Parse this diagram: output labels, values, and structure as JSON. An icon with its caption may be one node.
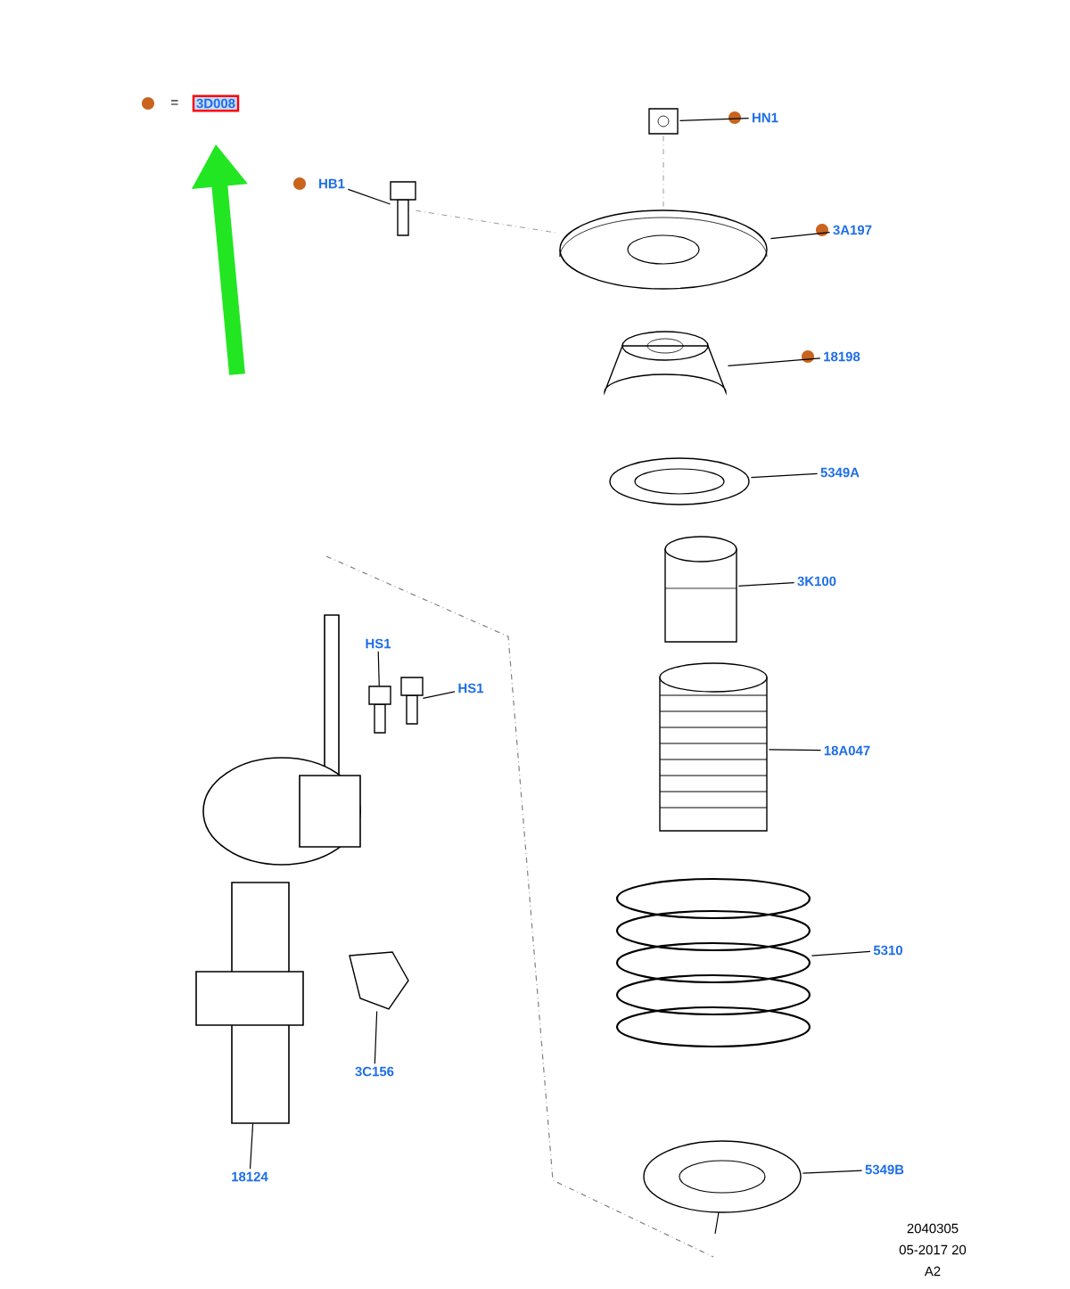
{
  "diagram": {
    "nodes": [
      {
        "text": [
          "3D008"
        ],
        "beside": [
          "="
        ]
      },
      {
        "text": [
          "HB1"
        ]
      },
      {
        "text": [
          "HN1"
        ]
      },
      {
        "text": [
          "3A197"
        ]
      },
      {
        "text": [
          "18198"
        ]
      },
      {
        "text": [
          "5349A"
        ]
      },
      {
        "text": [
          "3K100"
        ]
      },
      {
        "text": [
          "HS1"
        ]
      },
      {
        "text": [
          "HS1"
        ]
      },
      {
        "text": [
          "18A047"
        ]
      },
      {
        "text": [
          "5310"
        ]
      },
      {
        "text": [
          "3C156"
        ]
      },
      {
        "text": [
          "5349B"
        ]
      },
      {
        "text": [
          "18124"
        ]
      },
      {
        "text": [],
        "shape": "picture"
      },
      {
        "text": [],
        "shape": "picture"
      },
      {
        "text": [],
        "shape": "picture"
      },
      {
        "text": [],
        "shape": "picture"
      },
      {
        "text": [],
        "shape": "picture"
      },
      {
        "text": [],
        "shape": "picture"
      },
      {
        "text": [],
        "shape": "picture"
      },
      {
        "text": [],
        "shape": "picture"
      },
      {
        "text": [],
        "shape": "picture"
      },
      {
        "text": [],
        "shape": "picture"
      },
      {
        "text": [],
        "shape": "picture"
      },
      {
        "text": [],
        "shape": "picture"
      },
      {
        "text": [],
        "shape": "picture"
      }
    ],
    "edges": [
      {
        "from": null,
        "to": 0,
        "arrow": "to",
        "style": "thick",
        "color": "#22e622"
      },
      {
        "from": 1,
        "to": 14,
        "arrow": "none"
      },
      {
        "from": 2,
        "to": 15,
        "arrow": "none"
      },
      {
        "from": 3,
        "to": 16,
        "arrow": "none"
      },
      {
        "from": 4,
        "to": 17,
        "arrow": "none"
      },
      {
        "from": 5,
        "to": 18,
        "arrow": "none"
      },
      {
        "from": 6,
        "to": 19,
        "arrow": "none"
      },
      {
        "from": 7,
        "to": 20,
        "arrow": "none"
      },
      {
        "from": 8,
        "to": 21,
        "arrow": "none"
      },
      {
        "from": 9,
        "to": 22,
        "arrow": "none"
      },
      {
        "from": 10,
        "to": 23,
        "arrow": "none"
      },
      {
        "from": 11,
        "to": 24,
        "arrow": "none"
      },
      {
        "from": 12,
        "to": 25,
        "arrow": "none"
      },
      {
        "from": 13,
        "to": 26,
        "arrow": "none"
      },
      {
        "from": 14,
        "to": 16,
        "arrow": "none",
        "style": "dashed",
        "color": "#808080"
      },
      {
        "from": 15,
        "to": 16,
        "arrow": "none",
        "style": "dashed",
        "color": "#808080"
      }
    ],
    "labels": [
      "2040305",
      "05-2017 20",
      "A2"
    ]
  }
}
